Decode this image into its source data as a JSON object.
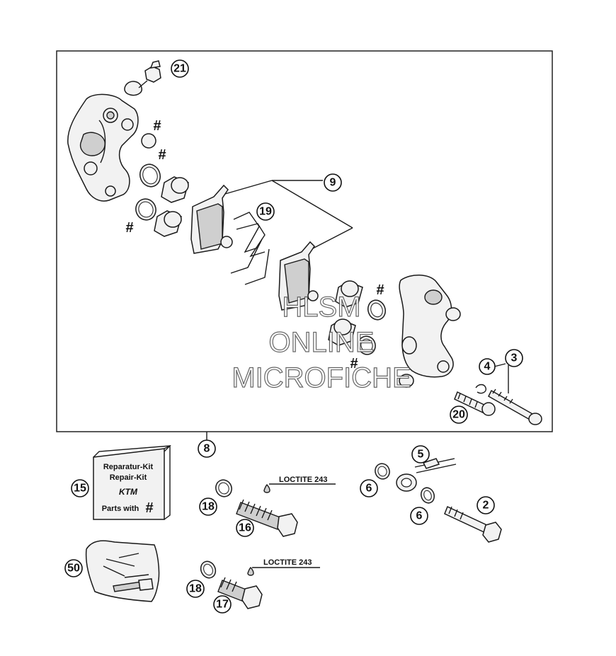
{
  "callouts": {
    "c21": "21",
    "c9": "9",
    "c19": "19",
    "c4": "4",
    "c3": "3",
    "c20": "20",
    "c8": "8",
    "c15": "15",
    "c18a": "18",
    "c16": "16",
    "c5": "5",
    "c6a": "6",
    "c6b": "6",
    "c2": "2",
    "c50": "50",
    "c18b": "18",
    "c17": "17"
  },
  "hash_marks": {
    "symbol": "#"
  },
  "labels": {
    "loctite_a": "LOCTITE 243",
    "loctite_b": "LOCTITE 243"
  },
  "repair_kit": {
    "line1": "Reparatur-Kit",
    "line2": "Repair-Kit",
    "brand": "KTM",
    "parts_with": "Parts with",
    "hash": "#"
  },
  "watermark": {
    "line1": "HLSM",
    "line2": "ONLINE",
    "line3": "MICROFICHE"
  }
}
